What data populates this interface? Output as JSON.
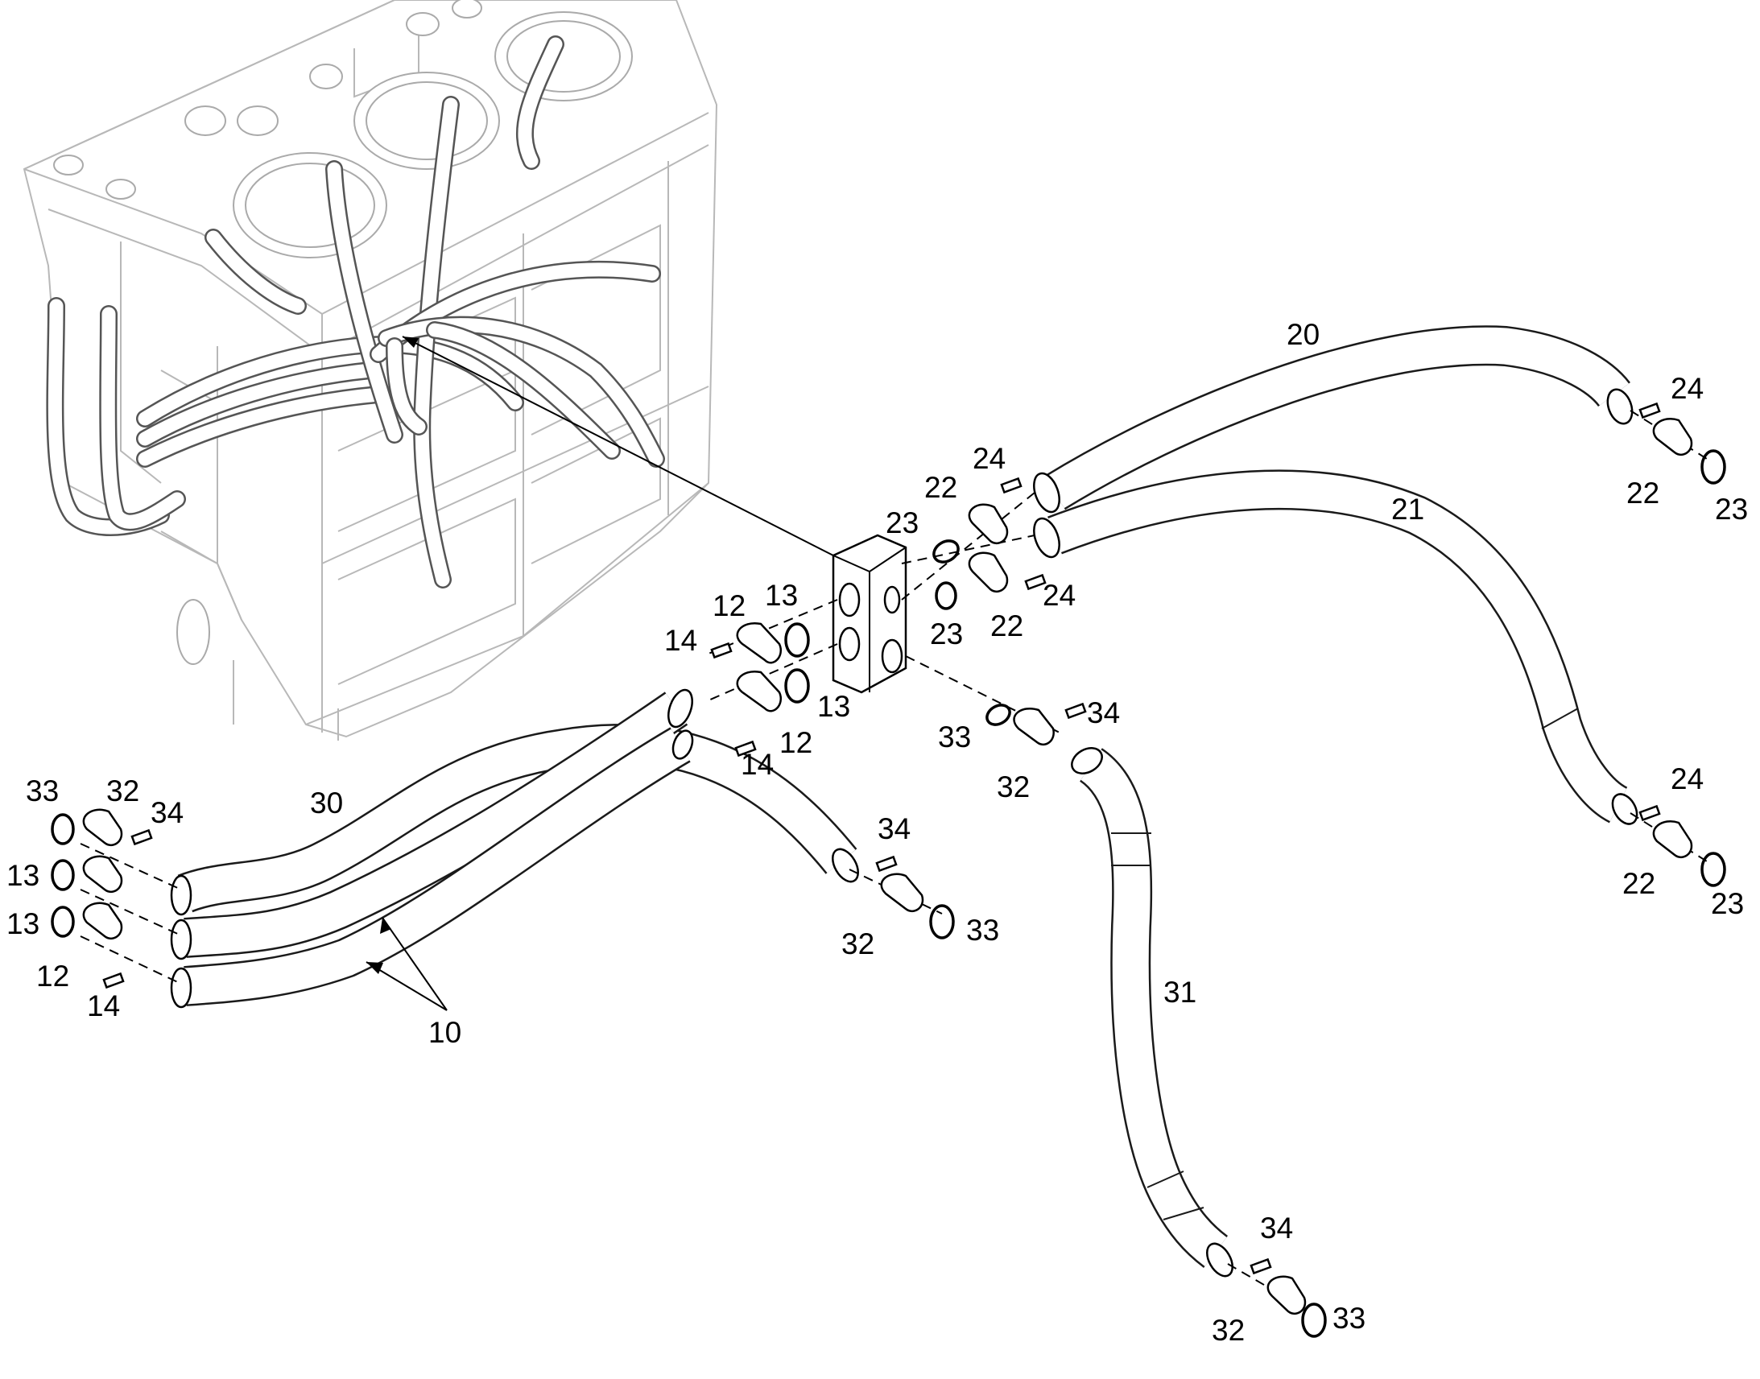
{
  "callouts": {
    "hose_20": "20",
    "hose_21": "21",
    "hose_assy_10": "10",
    "hose_30": "30",
    "hose_31": "31",
    "clamp_12": "12",
    "seal_13": "13",
    "screw_14": "14",
    "clamp_22": "22",
    "seal_23": "23",
    "screw_24": "24",
    "clamp_32": "32",
    "seal_33": "33",
    "screw_34": "34"
  }
}
